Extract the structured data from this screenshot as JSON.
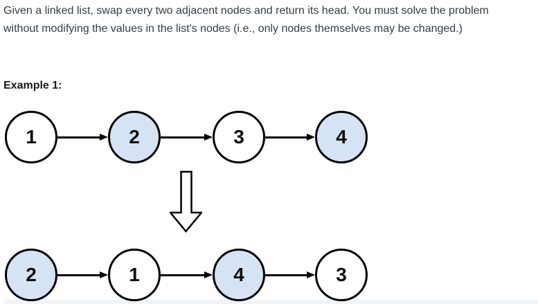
{
  "problem": {
    "description_lines": [
      "Given a linked list, swap every two adjacent nodes and return its head. You must solve the problem",
      "without modifying the values in the list's nodes (i.e., only nodes themselves may be changed.)"
    ],
    "example_label": "Example 1:"
  },
  "diagram": {
    "before": {
      "nodes": [
        {
          "value": "1",
          "highlighted": false
        },
        {
          "value": "2",
          "highlighted": true
        },
        {
          "value": "3",
          "highlighted": false
        },
        {
          "value": "4",
          "highlighted": true
        }
      ]
    },
    "transform_icon": "down-arrow-icon",
    "after": {
      "nodes": [
        {
          "value": "2",
          "highlighted": true
        },
        {
          "value": "1",
          "highlighted": false
        },
        {
          "value": "4",
          "highlighted": true
        },
        {
          "value": "3",
          "highlighted": false
        }
      ]
    }
  },
  "colors": {
    "node_highlight": "#d6e3f5",
    "node_default": "#ffffff",
    "node_border": "#000000",
    "arrow": "#000000",
    "body_text": "#343c42",
    "heading_text": "#16191c",
    "code_block_bg": "#f1f4f7"
  }
}
